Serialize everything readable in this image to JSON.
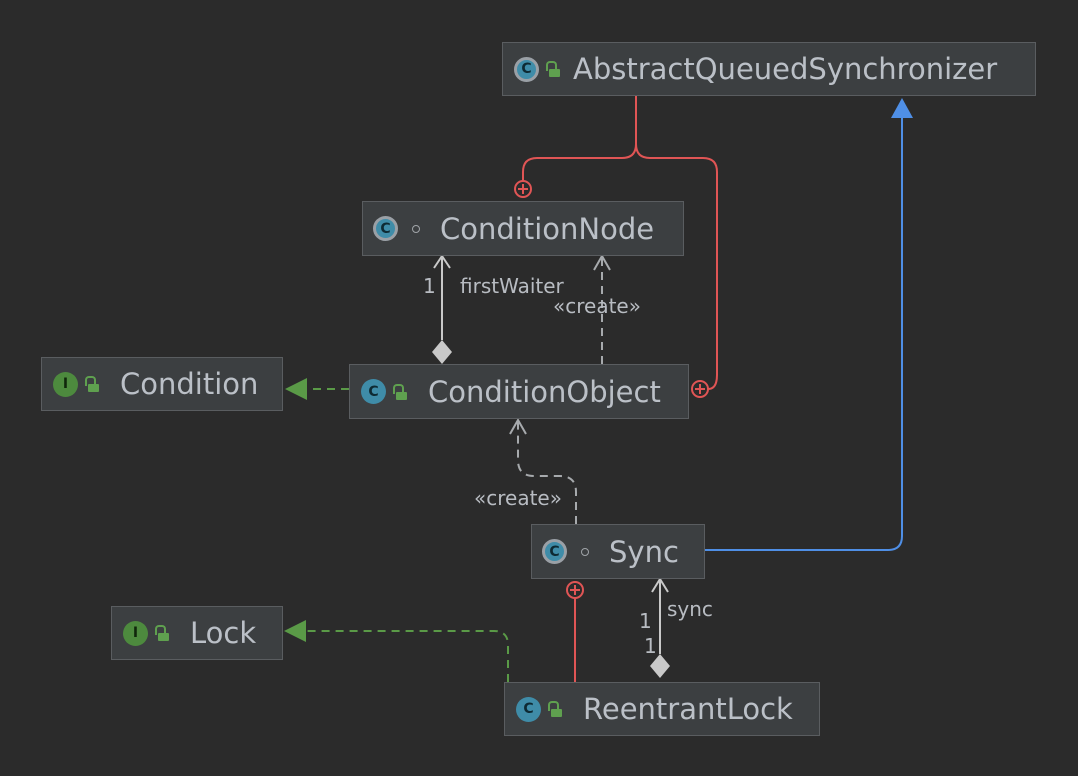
{
  "nodes": {
    "aqs": {
      "name": "AbstractQueuedSynchronizer",
      "kind": "abstract",
      "icon_letter": "C"
    },
    "condition_node": {
      "name": "ConditionNode",
      "kind": "abstract",
      "icon_letter": "C"
    },
    "condition": {
      "name": "Condition",
      "kind": "interface",
      "icon_letter": "I"
    },
    "condition_object": {
      "name": "ConditionObject",
      "kind": "class",
      "icon_letter": "C"
    },
    "sync": {
      "name": "Sync",
      "kind": "abstract",
      "icon_letter": "C"
    },
    "lock": {
      "name": "Lock",
      "kind": "interface",
      "icon_letter": "I"
    },
    "reentrant_lock": {
      "name": "ReentrantLock",
      "kind": "class",
      "icon_letter": "C"
    }
  },
  "edge_labels": {
    "first_waiter": "firstWaiter",
    "first_waiter_mult": "1",
    "create_condition_node": "«create»",
    "create_condition_object": "«create»",
    "sync": "sync",
    "sync_mult_top": "1",
    "sync_mult_bottom": "1"
  },
  "colors": {
    "background": "#2b2b2b",
    "inner_class": "#e05555",
    "extends": "#4f8fe6",
    "implements": "#5a9a47",
    "dependency": "#a7aaad",
    "composition": "#c9c9c9"
  }
}
